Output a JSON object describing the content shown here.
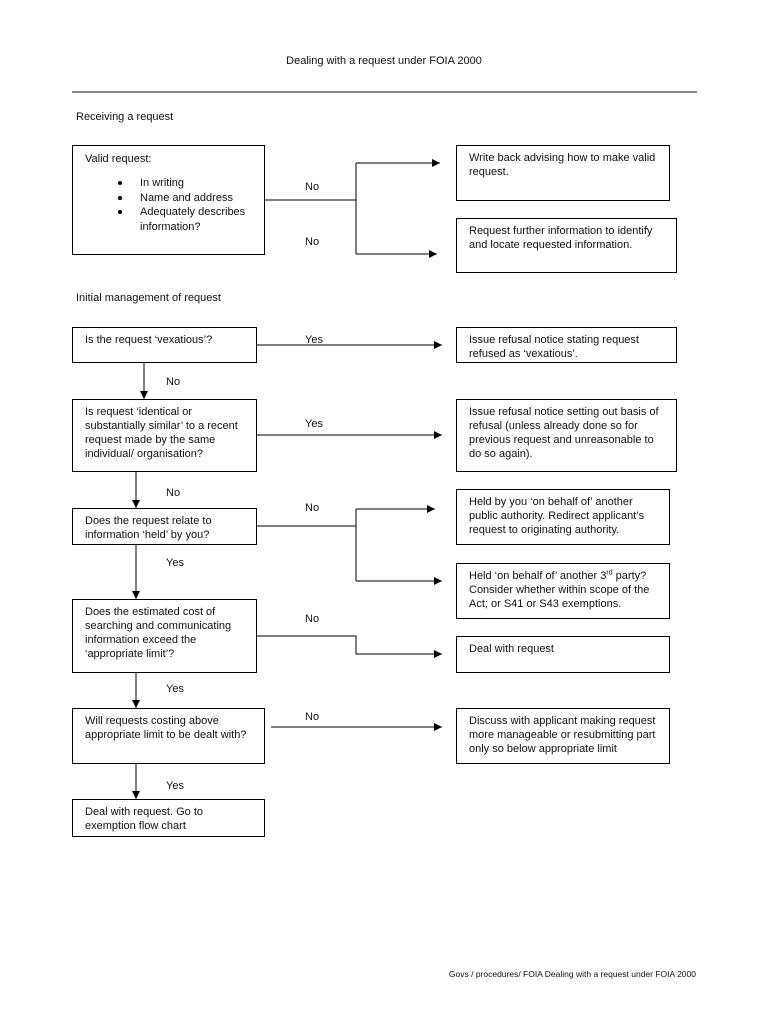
{
  "document": {
    "title": "Dealing with a request under FOIA 2000",
    "footer": "Govs / procedures/ FOIA Dealing with a request under FOIA 2000"
  },
  "sections": {
    "receiving": "Receiving a request",
    "initial": "Initial management of request"
  },
  "nodes": {
    "valid_request": {
      "heading": "Valid request:",
      "bullets": [
        "In writing",
        "Name and address",
        "Adequately describes information?"
      ]
    },
    "write_back": "Write back advising how to make valid request.",
    "request_further": "Request further information to identify and locate requested information.",
    "vexatious_q": "Is the request ‘vexatious’?",
    "refusal_vexatious": "Issue refusal notice stating request refused as ‘vexatious’.",
    "identical_q": "Is request ‘identical or substantially similar’ to a recent request made by the same individual/ organisation?",
    "refusal_basis": "Issue refusal notice setting out basis of refusal (unless already done so for previous request and unreasonable to do so again).",
    "held_q": "Does the request relate to information ‘held’ by you?",
    "held_public": "Held by you ‘on behalf of’ another public authority.  Redirect applicant’s request to originating authority.",
    "held_third_pre": "Held ‘on behalf of’ another 3",
    "held_third_sup": "rd",
    "held_third_post": " party? Consider whether within scope of the Act; or S41 or S43 exemptions.",
    "cost_q": "Does the estimated cost of searching and communicating information exceed the ‘appropriate limit’?",
    "deal_request": "Deal with request",
    "above_limit_q": "Will requests costing above appropriate limit to be dealt with?",
    "discuss": "Discuss with applicant making request more manageable or resubmitting part only so below appropriate limit",
    "deal_exemption": "Deal with request.  Go to exemption flow chart"
  },
  "edge_labels": {
    "no_write_back": "No",
    "no_request_further": "No",
    "yes_vexatious": "Yes",
    "no_vexatious": "No",
    "yes_identical": "Yes",
    "no_identical": "No",
    "no_held": "No",
    "yes_held": "Yes",
    "no_cost": "No",
    "yes_cost": "Yes",
    "no_above_limit": "No",
    "yes_above_limit": "Yes"
  }
}
